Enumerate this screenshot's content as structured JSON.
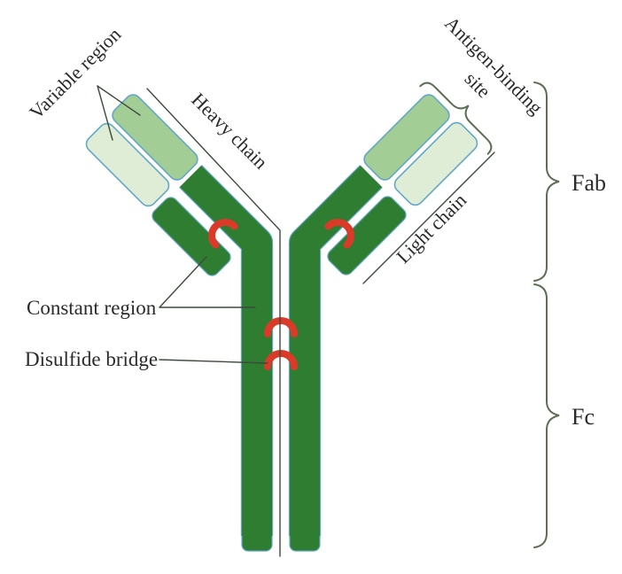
{
  "figure": {
    "type": "antibody-structure-diagram",
    "labels": {
      "variable_region": "Variable region",
      "heavy_chain": "Heavy chain",
      "antigen_binding_line1": "Antigen-binding",
      "antigen_binding_line2": "site",
      "light_chain": "Light chain",
      "constant_region": "Constant region",
      "disulfide_bridge": "Disulfide bridge",
      "fab": "Fab",
      "fc": "Fc"
    },
    "colors": {
      "dark_green": "#2f7d31",
      "medium_green": "#a2cd94",
      "pale_green": "#dfecd6",
      "outline_blue": "#62a7c8",
      "disulfide_red": "#da3a28",
      "pointer_line": "#3d4a3d",
      "brace": "#5d6e54",
      "text": "#2a2a2a",
      "background": "#ffffff"
    }
  }
}
